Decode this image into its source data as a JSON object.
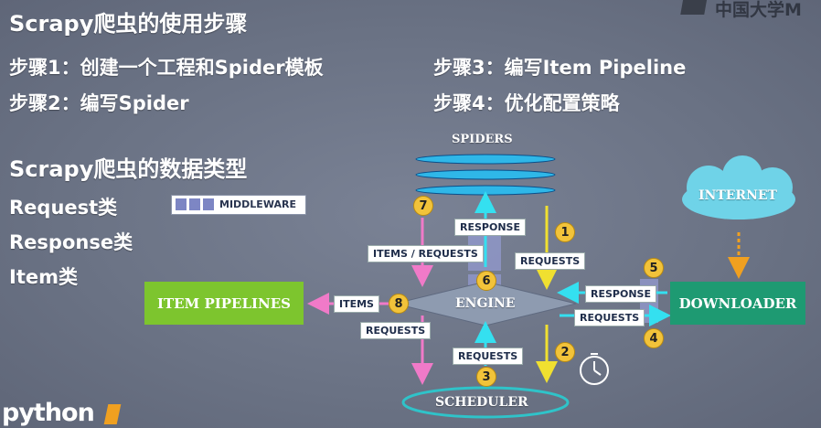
{
  "logo_top": "中国大学M",
  "heading1": "Scrapy爬虫的使用步骤",
  "steps": [
    "步骤1：创建一个工程和Spider模板",
    "步骤2：编写Spider",
    "步骤3：编写Item Pipeline",
    "步骤4：优化配置策略"
  ],
  "heading2": "Scrapy爬虫的数据类型",
  "types": [
    "Request类",
    "Response类",
    "Item类"
  ],
  "diagram": {
    "middleware": "MIDDLEWARE",
    "spiders": "SPIDERS",
    "internet": "INTERNET",
    "item_pipelines": "ITEM PIPELINES",
    "engine": "ENGINE",
    "downloader": "DOWNLOADER",
    "scheduler": "SCHEDULER",
    "labels": {
      "response_top": "RESPONSE",
      "requests_1": "REQUESTS",
      "items_requests": "ITEMS / REQUESTS",
      "items": "ITEMS",
      "requests_8": "REQUESTS",
      "requests_3": "REQUESTS",
      "response_right": "RESPONSE",
      "requests_right": "REQUESTS"
    },
    "badges": [
      "1",
      "2",
      "3",
      "4",
      "5",
      "6",
      "7",
      "8"
    ],
    "colors": {
      "pipelines": "#7dc52e",
      "downloader": "#1e9a72",
      "engine": "#8e9bb0",
      "cyan_arrow": "#34e0f0",
      "yellow_arrow": "#f0e030",
      "pink_arrow": "#f07ac8",
      "badge": "#f2c33a"
    }
  },
  "logo_bottom": "python"
}
